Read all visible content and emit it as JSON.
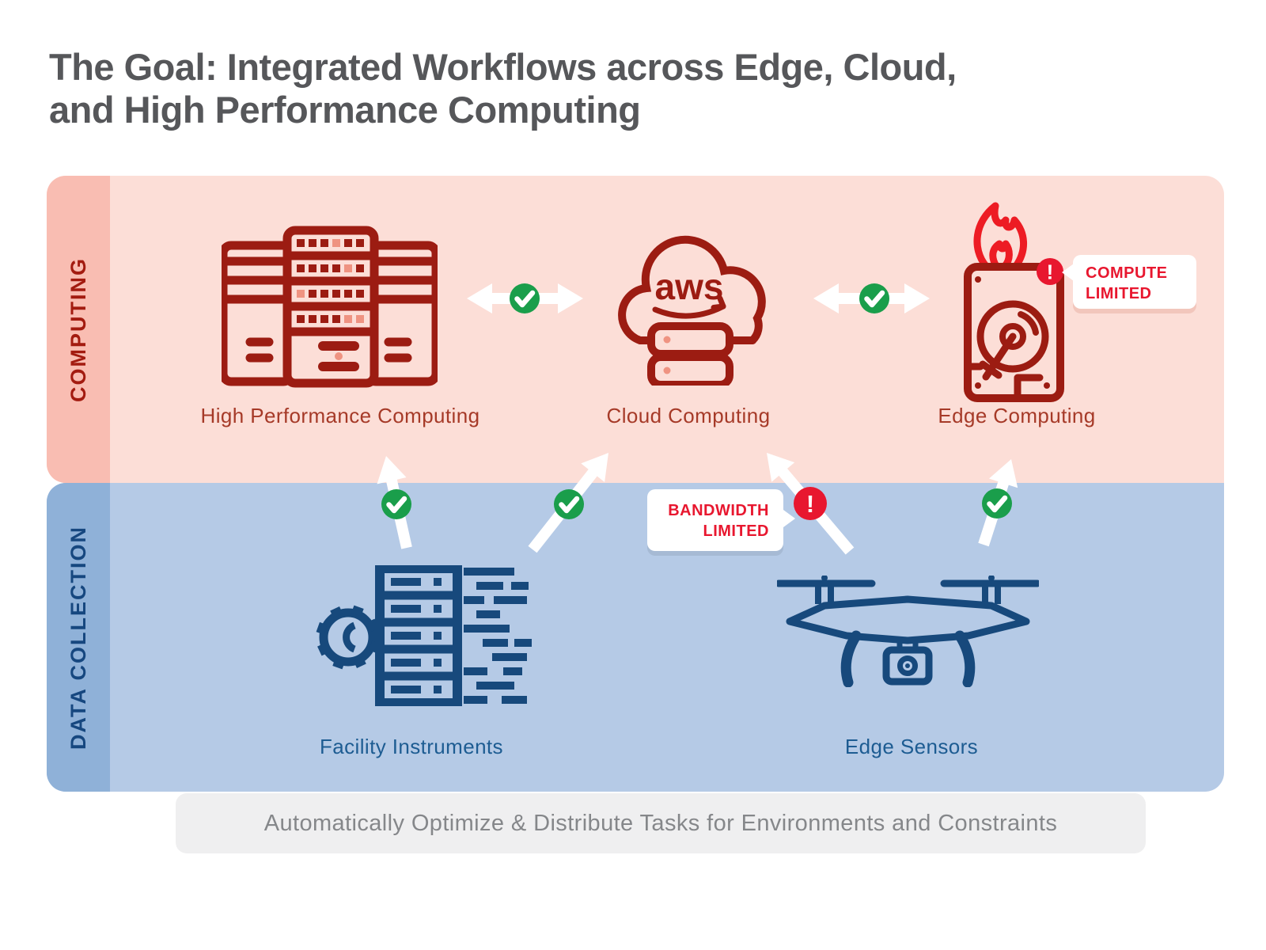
{
  "header": {
    "title_lines": [
      "The Goal: Integrated Workflows across Edge, Cloud,",
      "and High Performance Computing"
    ]
  },
  "bands": {
    "computing": {
      "label": "COMPUTING"
    },
    "data_collection": {
      "label": "DATA COLLECTION"
    }
  },
  "nodes": {
    "computing": [
      {
        "label": "High Performance Computing",
        "icon": "server-racks-icon"
      },
      {
        "label": "Cloud Computing",
        "icon": "aws-cloud-server-icon",
        "icon_text": "aws"
      },
      {
        "label": "Edge Computing",
        "icon": "hard-drive-overheating-icon"
      }
    ],
    "data_collection": [
      {
        "label": "Facility Instruments",
        "icon": "gear-server-data-icon"
      },
      {
        "label": "Edge Sensors",
        "icon": "drone-icon"
      }
    ]
  },
  "connections": [
    {
      "from": "High Performance Computing",
      "to": "Cloud Computing",
      "direction": "bidirectional",
      "status": "ok"
    },
    {
      "from": "Cloud Computing",
      "to": "Edge Computing",
      "direction": "bidirectional",
      "status": "ok"
    },
    {
      "from": "Facility Instruments",
      "to": "High Performance Computing",
      "direction": "up",
      "status": "ok"
    },
    {
      "from": "Facility Instruments",
      "to": "Cloud Computing",
      "direction": "up",
      "status": "ok"
    },
    {
      "from": "Edge Sensors",
      "to": "Cloud Computing",
      "direction": "up",
      "status": "alert"
    },
    {
      "from": "Edge Sensors",
      "to": "Edge Computing",
      "direction": "up",
      "status": "ok"
    }
  ],
  "callouts": {
    "compute_limited": {
      "lines": [
        "COMPUTE",
        "LIMITED"
      ]
    },
    "bandwidth_limited": {
      "lines": [
        "BANDWIDTH",
        "LIMITED"
      ]
    }
  },
  "badges": {
    "alert_glyph": "!"
  },
  "footer": {
    "text": "Automatically Optimize & Distribute Tasks for Environments and Constraints"
  },
  "colors": {
    "dark_red": "#9c1c12",
    "flame_red": "#ed1c24",
    "alert_red": "#e8172f",
    "salmon_accent": "#ef9381",
    "pink_band": "#fcded7",
    "pink_sidebar": "#f9bdb2",
    "band_label_red": "#a31b10",
    "navy_icon": "#17497c",
    "blue_band": "#b5cae6",
    "blue_sidebar": "#8fb1d8",
    "band_label_navy": "#16477f",
    "green_ok": "#1a9e4b",
    "arrow_white": "#ffffff",
    "title_gray": "#56575a",
    "node_label_red": "#a63a28",
    "node_label_navy": "#1d5c92",
    "footer_bg": "#efeff0",
    "footer_text": "#85878a"
  }
}
